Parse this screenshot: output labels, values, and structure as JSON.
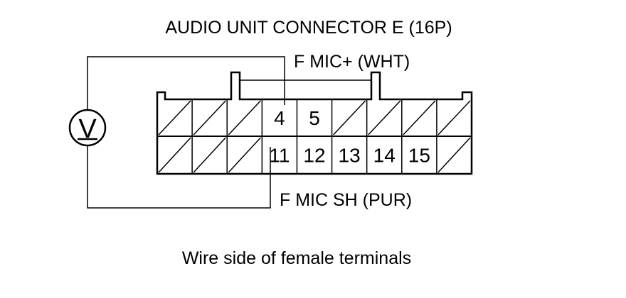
{
  "title": "AUDIO UNIT CONNECTOR E (16P)",
  "wire_top_label": "F MIC+ (WHT)",
  "wire_bottom_label": "F MIC SH (PUR)",
  "caption": "Wire side of female terminals",
  "meter_symbol": "V",
  "meter_icon": "voltmeter-icon",
  "top_row_cells": [
    "",
    "",
    "",
    "4",
    "5",
    "",
    "",
    "",
    ""
  ],
  "bottom_row_cells": [
    "",
    "",
    "",
    "11",
    "12",
    "13",
    "14",
    "15",
    ""
  ],
  "colors": {
    "line": "#000000",
    "background": "#ffffff"
  }
}
